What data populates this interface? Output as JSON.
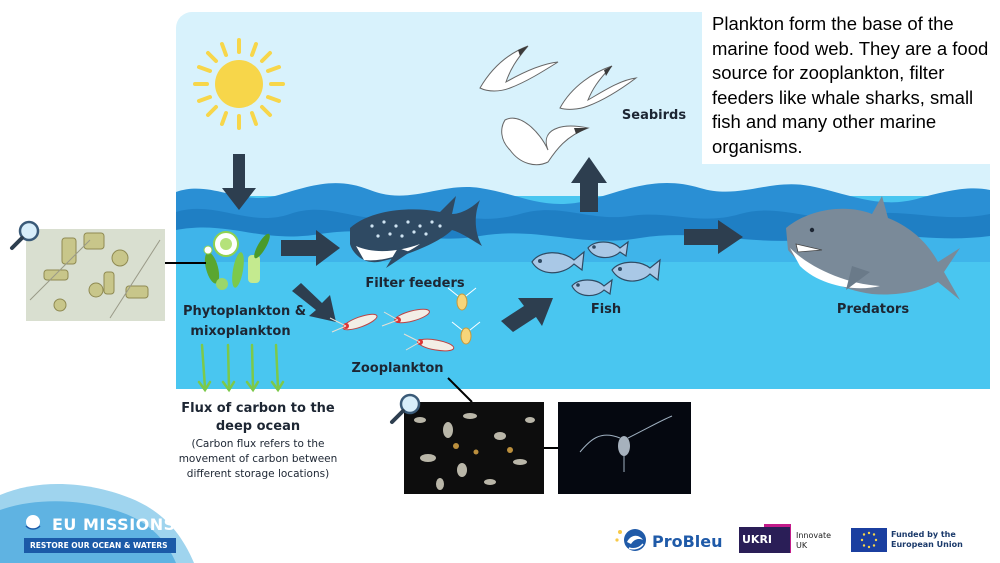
{
  "description": "Plankton form the base of the marine food web. They are a food source for zooplankton, filter feeders like whale sharks, small fish and many other marine organisms.",
  "labels": {
    "phytoplankton": "Phytoplankton &",
    "mixoplankton": "mixoplankton",
    "filter_feeders": "Filter feeders",
    "zooplankton": "Zooplankton",
    "fish": "Fish",
    "seabirds": "Seabirds",
    "predators": "Predators"
  },
  "flux": {
    "title": "Flux of carbon to the deep ocean",
    "note": "(Carbon flux refers to the movement of carbon between different storage locations)"
  },
  "footer": {
    "eu_missions": "EU MISSIONS",
    "eu_sub": "RESTORE OUR OCEAN & WATERS",
    "probleu": "ProBleu",
    "ukri": "UKRI",
    "innovate": "Innovate UK",
    "funded": "Funded by the European Union"
  },
  "colors": {
    "sky": "#d8f2fc",
    "ocean": "#49c6f0",
    "wave": "#1f7fc4",
    "arrow": "#2d3e4f",
    "sun": "#f7d64a"
  }
}
